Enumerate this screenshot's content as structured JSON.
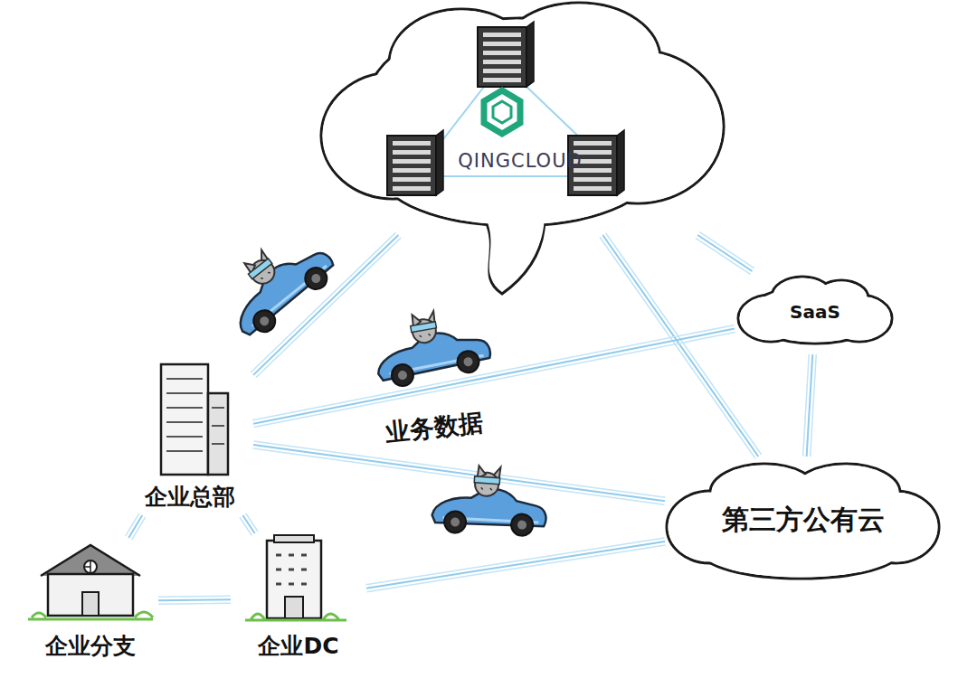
{
  "diagram": {
    "nodes": [
      {
        "text": [
          "QINGCLOUD"
        ]
      },
      {
        "text": [
          "SaaS"
        ]
      },
      {
        "text": [
          "第三方公有云"
        ]
      },
      {
        "text": [
          "企业总部"
        ]
      },
      {
        "text": [
          "企业分支"
        ]
      },
      {
        "text": [
          "企业DC"
        ]
      }
    ],
    "edges": [
      {
        "from": 0,
        "to": 1,
        "arrow": "none"
      },
      {
        "from": 0,
        "to": 2,
        "arrow": "none"
      },
      {
        "from": 0,
        "to": 3,
        "arrow": "none"
      },
      {
        "from": 1,
        "to": 2,
        "arrow": "none"
      },
      {
        "from": 3,
        "to": 1,
        "arrow": "none"
      },
      {
        "from": 3,
        "to": 2,
        "arrow": "none"
      },
      {
        "from": 3,
        "to": 4,
        "arrow": "none"
      },
      {
        "from": 3,
        "to": 5,
        "arrow": "none"
      },
      {
        "from": 4,
        "to": 5,
        "arrow": "none"
      },
      {
        "from": 5,
        "to": 2,
        "arrow": "none"
      }
    ],
    "labels": [
      "业务数据"
    ]
  }
}
